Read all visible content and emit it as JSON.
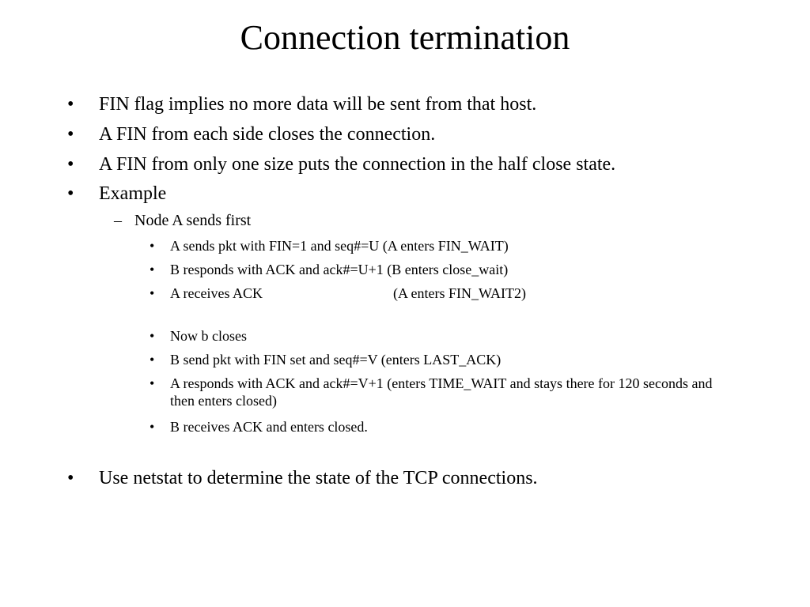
{
  "slide": {
    "title": "Connection termination",
    "bullets": [
      "FIN flag implies no more data will be sent from that host.",
      "A FIN from each side closes the connection.",
      "A FIN from only one size puts the connection in the half close state.",
      "Example",
      "Use netstat to determine the state of the TCP connections."
    ],
    "sub_bullet": "Node A sends first",
    "sub_sub_bullets": [
      "A sends pkt with FIN=1 and seq#=U (A enters FIN_WAIT)",
      "B responds with ACK and ack#=U+1 (B enters close_wait)",
      "A receives ACK",
      "(A enters FIN_WAIT2)",
      "Now b closes",
      "B send pkt with FIN set and seq#=V (enters LAST_ACK)",
      "A responds with ACK and ack#=V+1 (enters TIME_WAIT and stays there for 120 seconds and then enters closed)",
      "B receives ACK and enters closed."
    ],
    "markers": {
      "level1": "•",
      "level2": "–",
      "level3": "•"
    }
  }
}
